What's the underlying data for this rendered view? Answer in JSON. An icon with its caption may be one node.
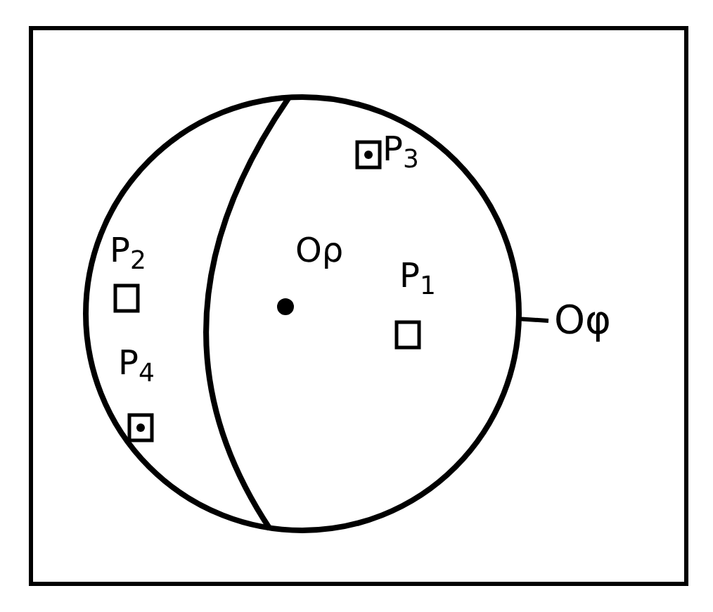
{
  "diagram": {
    "nodes": [
      {
        "text": [],
        "shape": "circle"
      },
      {
        "text": [
          "Oφ"
        ]
      }
    ],
    "edges": [
      {
        "from": 1,
        "to": 0,
        "arrow": "none"
      }
    ],
    "labels": [
      "P$_{3}$",
      "P$_{2}$",
      "Oρ",
      "P$_{1}$",
      "P$_{4}$"
    ]
  }
}
